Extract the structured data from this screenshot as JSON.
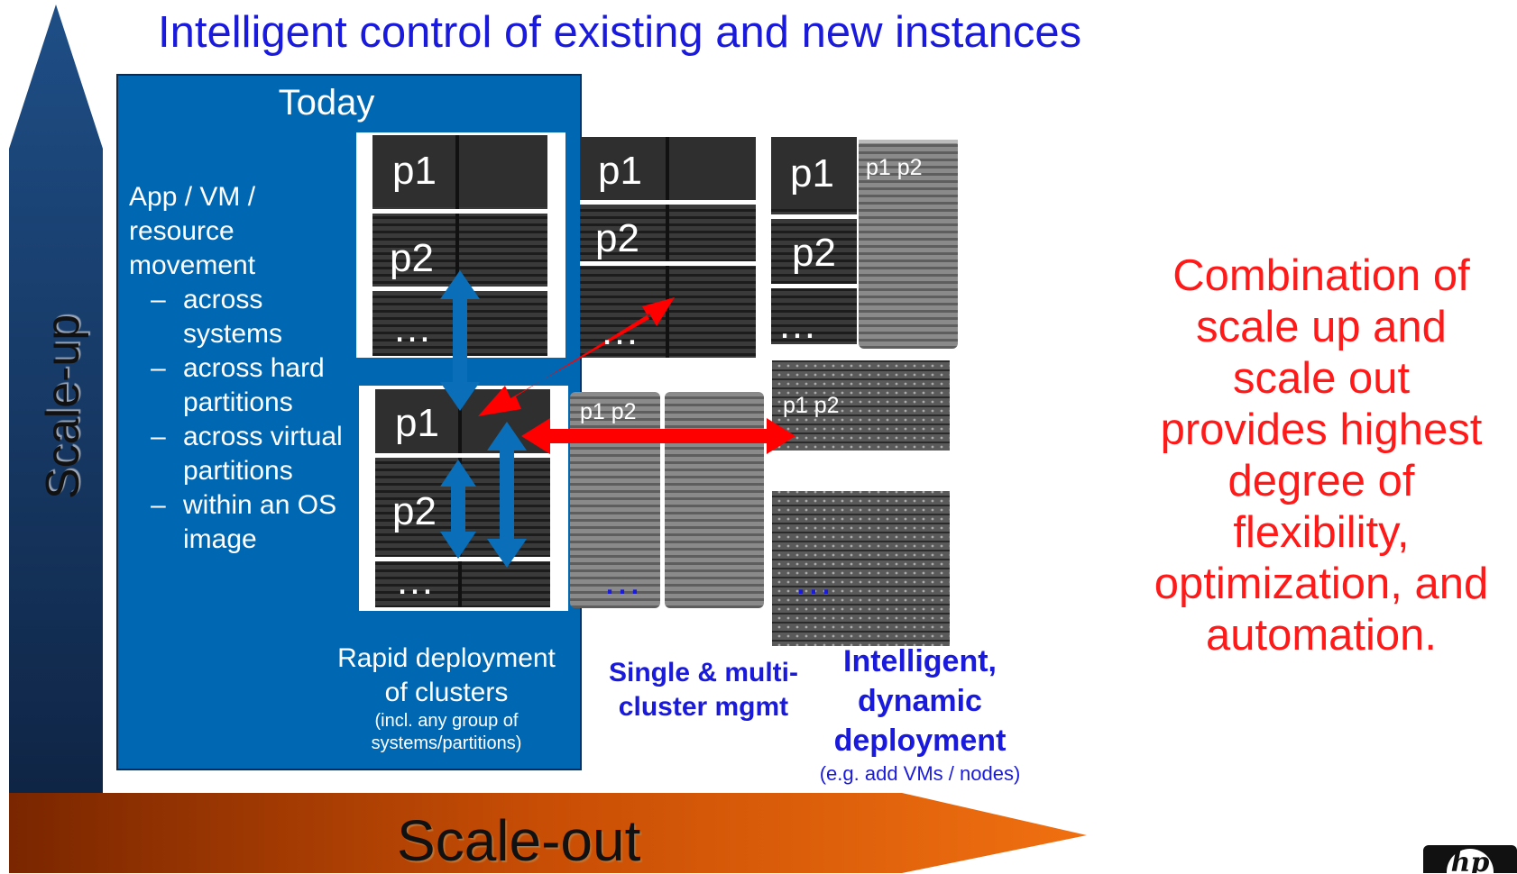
{
  "title": "Intelligent control of existing and new instances",
  "today": {
    "label": "Today",
    "app_lines": [
      "App / VM /",
      "resource",
      "movement"
    ],
    "bullets": [
      {
        "dash": "–",
        "line1": "across",
        "line2": "systems"
      },
      {
        "dash": "–",
        "line1": "across hard",
        "line2": "partitions"
      },
      {
        "dash": "–",
        "line1": "across virtual",
        "line2": "partitions"
      },
      {
        "dash": "–",
        "line1": "within an OS",
        "line2": "image"
      }
    ],
    "rapid_line1": "Rapid deployment",
    "rapid_line2": "of clusters",
    "rapid_sub1": "(incl. any group of",
    "rapid_sub2": "systems/partitions)"
  },
  "servers": {
    "p1": "p1",
    "p2": "p2",
    "dots": "…",
    "p1p2": "p1 p2",
    "p1_p2": "p1  p2"
  },
  "single_line1": "Single & multi-",
  "single_line2": "cluster mgmt",
  "intel_line1": "Intelligent,",
  "intel_line2": "dynamic",
  "intel_line3": "deployment",
  "intel_sub": "(e.g. add VMs / nodes)",
  "combination": [
    "Combination of",
    "scale up and",
    "scale out",
    "provides highest",
    "degree of",
    "flexibility,",
    "optimization, and",
    "automation."
  ],
  "scale_up": "Scale-up",
  "scale_out": "Scale-out",
  "logo_text": "hp",
  "colors": {
    "title_blue": "#1a1adc",
    "today_blue": "#0068b3",
    "combination_red": "#ff1a1a",
    "arrow_red": "#ff0000",
    "arrow_blue": "#0a6fb8"
  }
}
